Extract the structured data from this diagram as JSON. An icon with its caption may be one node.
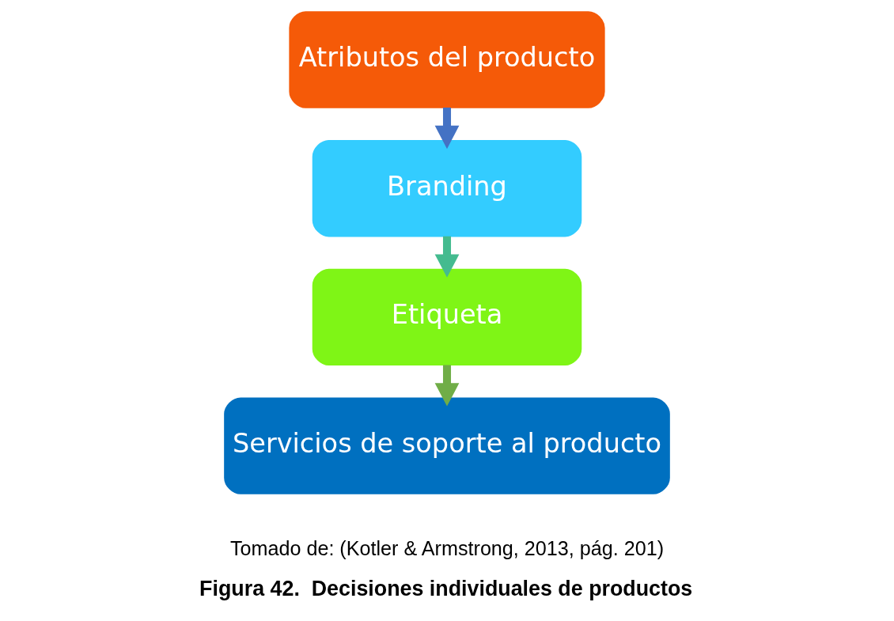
{
  "diagram": {
    "caption": "Figura 42.  Decisiones individuales de productos",
    "nodes": [
      {
        "text": [
          "Atributos del producto"
        ]
      },
      {
        "text": [
          "Branding"
        ]
      },
      {
        "text": [
          "Etiqueta"
        ]
      },
      {
        "text": [
          "Servicios de soporte al producto"
        ]
      }
    ],
    "edges": [
      {
        "from": 0,
        "to": 1,
        "arrow": "to",
        "color": "#4472c4"
      },
      {
        "from": 1,
        "to": 2,
        "arrow": "to",
        "color": "#44bb8f"
      },
      {
        "from": 2,
        "to": 3,
        "arrow": "to",
        "color": "#70ad47"
      }
    ],
    "labels": [
      "Tomado de: (Kotler & Armstrong, 2013, pág. 201)"
    ]
  }
}
